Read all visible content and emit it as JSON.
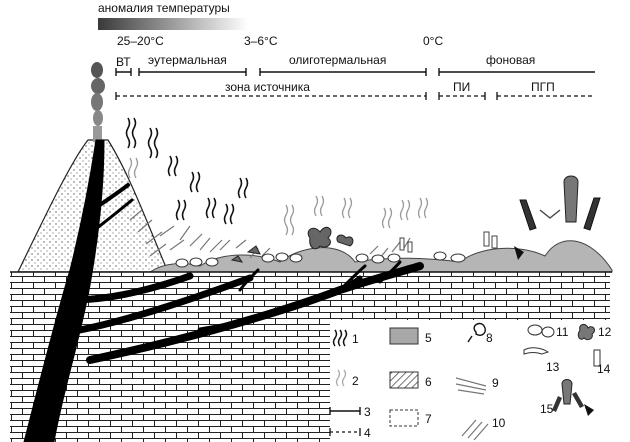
{
  "gradient": {
    "title": "аномалия температуры",
    "color_from": "#3a3a3a",
    "color_to": "#ffffff"
  },
  "temps": {
    "t1": "25–20°C",
    "t2": "3–6°C",
    "t3": "0°C"
  },
  "zones": {
    "vt": "ВТ",
    "euthermal": "эутермальная",
    "oligothermal": "олиготермальная",
    "background": "фоновая",
    "source_zone": "зона источника",
    "pi": "ПИ",
    "pgp": "ПГП"
  },
  "legend": [
    {
      "num": "1",
      "icon": "wavy-lines-black"
    },
    {
      "num": "2",
      "icon": "wavy-lines-grey"
    },
    {
      "num": "3",
      "icon": "solid-bracket-line"
    },
    {
      "num": "4",
      "icon": "dashed-bracket-line"
    },
    {
      "num": "5",
      "icon": "grey-filled-box"
    },
    {
      "num": "6",
      "icon": "hatched-box"
    },
    {
      "num": "7",
      "icon": "dotted-box"
    },
    {
      "num": "8",
      "icon": "curled-shell"
    },
    {
      "num": "9",
      "icon": "tube-worms"
    },
    {
      "num": "10",
      "icon": "tubes"
    },
    {
      "num": "11",
      "icon": "bivalve-outlines"
    },
    {
      "num": "12",
      "icon": "dark-shells"
    },
    {
      "num": "13",
      "icon": "small-animal"
    },
    {
      "num": "14",
      "icon": "polyp"
    },
    {
      "num": "15",
      "icon": "group-organisms"
    }
  ],
  "colors": {
    "conduit": "#000000",
    "grey_fill": "#a8a8a8",
    "brick": "#222222"
  }
}
